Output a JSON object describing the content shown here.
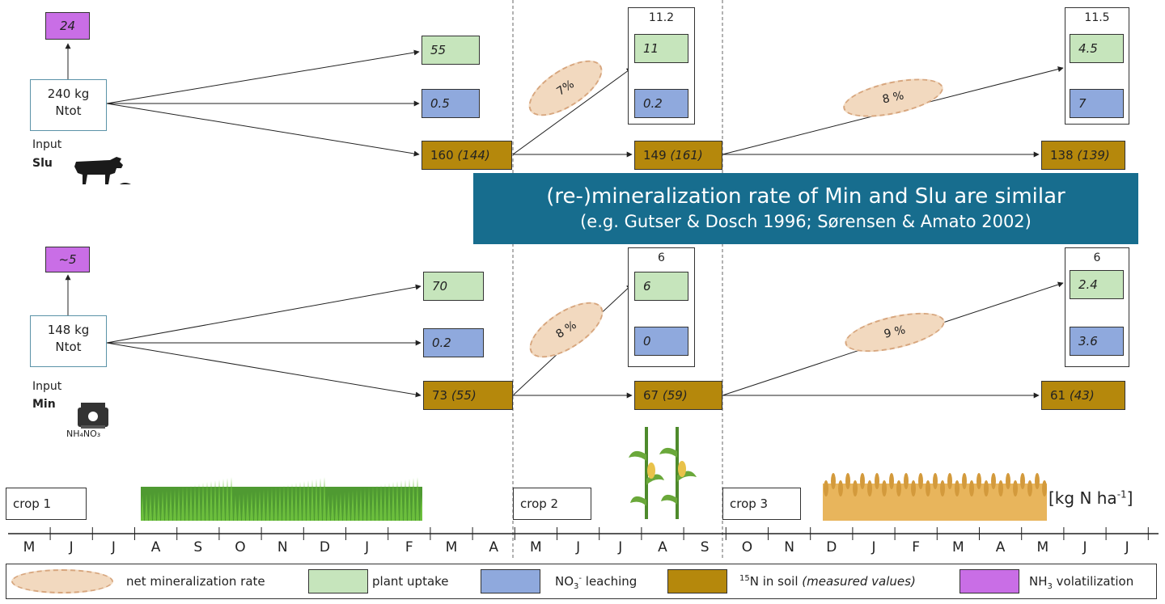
{
  "colors": {
    "plant_uptake": "#c6e5bc",
    "leaching": "#8fa9dd",
    "soil": "#b5880c",
    "volatilization": "#c96ee6",
    "mineralization": "#f2d9bf",
    "banner": "#176d8e"
  },
  "slu": {
    "volatilization": "24",
    "input_line1": "240 kg",
    "input_line2": "Ntot",
    "input_label": "Input",
    "input_type": "Slu",
    "crop1": {
      "uptake": "55",
      "leaching": "0.5",
      "soil_measured": "160",
      "soil_calc": "(144)"
    },
    "crop2": {
      "total": "11.2",
      "uptake": "11",
      "leaching": "0.2",
      "soil_measured": "149",
      "soil_calc": "(161)",
      "mineralization": "7%"
    },
    "crop3": {
      "total": "11.5",
      "uptake": "4.5",
      "leaching": "7",
      "soil_measured": "138",
      "soil_calc": "(139)",
      "mineralization": "8 %"
    }
  },
  "min": {
    "volatilization": "~5",
    "input_line1": "148 kg",
    "input_line2": "Ntot",
    "input_label": "Input",
    "input_type": "Min",
    "fertilizer_label": "NH₄NO₃",
    "crop1": {
      "uptake": "70",
      "leaching": "0.2",
      "soil_measured": "73",
      "soil_calc": "(55)"
    },
    "crop2": {
      "total": "6",
      "uptake": "6",
      "leaching": "0",
      "soil_measured": "67",
      "soil_calc": "(59)",
      "mineralization": "8 %"
    },
    "crop3": {
      "total": "6",
      "uptake": "2.4",
      "leaching": "3.6",
      "soil_measured": "61",
      "soil_calc": "(43)",
      "mineralization": "9 %"
    }
  },
  "banner": {
    "line1": "(re-)mineralization rate of Min and Slu are similar",
    "line2": "(e.g. Gutser & Dosch 1996; Sørensen & Amato 2002)"
  },
  "crops": [
    "crop 1",
    "crop 2",
    "crop 3"
  ],
  "unit": {
    "prefix": "[kg N ha",
    "sup": "-1",
    "suffix": "]"
  },
  "months": [
    "M",
    "J",
    "J",
    "A",
    "S",
    "O",
    "N",
    "D",
    "J",
    "F",
    "M",
    "A",
    "M",
    "J",
    "J",
    "A",
    "S",
    "O",
    "N",
    "D",
    "J",
    "F",
    "M",
    "A",
    "M",
    "J",
    "J"
  ],
  "legend": {
    "mineralization": "net mineralization rate",
    "uptake": "plant uptake",
    "leaching_pre": "NO",
    "leaching_sub": "3",
    "leaching_sup": "-",
    "leaching_post": " leaching",
    "soil_sup": "15",
    "soil_main": "N in soil ",
    "soil_note": "(measured values)",
    "volatilization_pre": "NH",
    "volatilization_sub": "3",
    "volatilization_post": " volatilization"
  }
}
